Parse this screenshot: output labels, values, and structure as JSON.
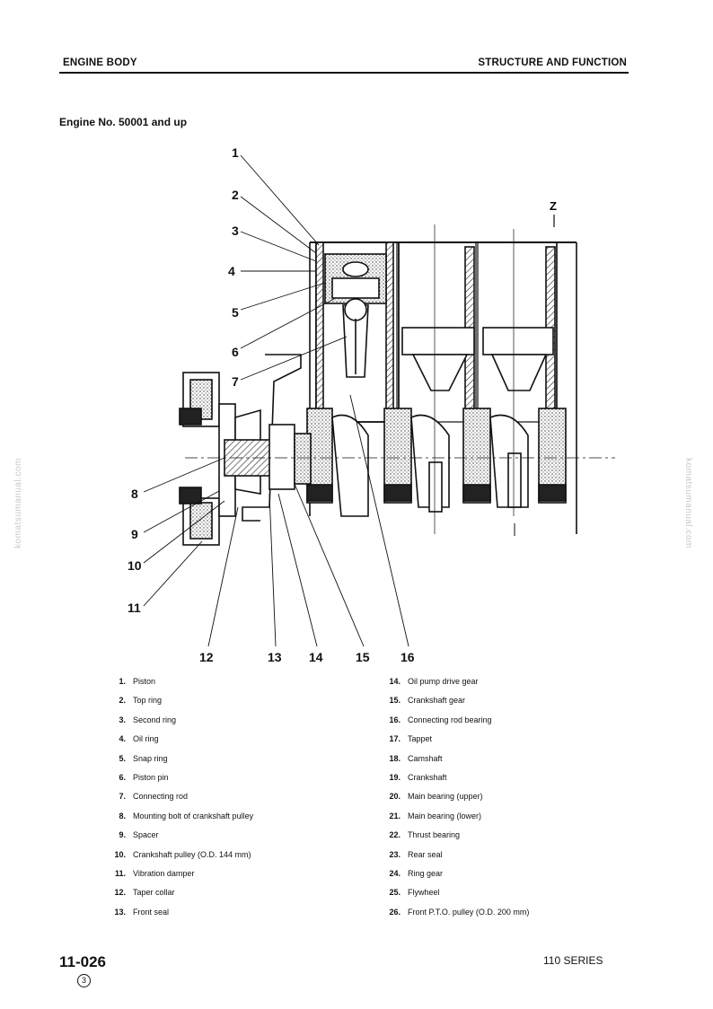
{
  "header": {
    "left": "ENGINE BODY",
    "right": "STRUCTURE AND FUNCTION"
  },
  "subtitle": "Engine No. 50001 and up",
  "watermark": "komatsumanual.com",
  "diagram": {
    "callouts": [
      "1",
      "2",
      "3",
      "4",
      "5",
      "6",
      "7",
      "8",
      "9",
      "10",
      "11",
      "12",
      "13",
      "14",
      "15",
      "16"
    ],
    "section_mark": "Z"
  },
  "legend": {
    "left": [
      {
        "num": "1.",
        "label": "Piston"
      },
      {
        "num": "2.",
        "label": "Top ring"
      },
      {
        "num": "3.",
        "label": "Second ring"
      },
      {
        "num": "4.",
        "label": "Oil ring"
      },
      {
        "num": "5.",
        "label": "Snap ring"
      },
      {
        "num": "6.",
        "label": "Piston pin"
      },
      {
        "num": "7.",
        "label": "Connecting rod"
      },
      {
        "num": "8.",
        "label": "Mounting bolt of crankshaft pulley"
      },
      {
        "num": "9.",
        "label": "Spacer"
      },
      {
        "num": "10.",
        "label": "Crankshaft pulley (O.D. 144 mm)"
      },
      {
        "num": "11.",
        "label": "Vibration damper"
      },
      {
        "num": "12.",
        "label": "Taper collar"
      },
      {
        "num": "13.",
        "label": "Front seal"
      }
    ],
    "right": [
      {
        "num": "14.",
        "label": "Oil pump drive gear"
      },
      {
        "num": "15.",
        "label": "Crankshaft gear"
      },
      {
        "num": "16.",
        "label": "Connecting rod bearing"
      },
      {
        "num": "17.",
        "label": "Tappet"
      },
      {
        "num": "18.",
        "label": "Camshaft"
      },
      {
        "num": "19.",
        "label": "Crankshaft"
      },
      {
        "num": "20.",
        "label": "Main bearing (upper)"
      },
      {
        "num": "21.",
        "label": "Main bearing (lower)"
      },
      {
        "num": "22.",
        "label": "Thrust bearing"
      },
      {
        "num": "23.",
        "label": "Rear seal"
      },
      {
        "num": "24.",
        "label": "Ring gear"
      },
      {
        "num": "25.",
        "label": "Flywheel"
      },
      {
        "num": "26.",
        "label": "Front P.T.O. pulley (O.D. 200 mm)"
      }
    ]
  },
  "footer": {
    "page": "11-026",
    "revision": "3",
    "series": "110 SERIES"
  }
}
